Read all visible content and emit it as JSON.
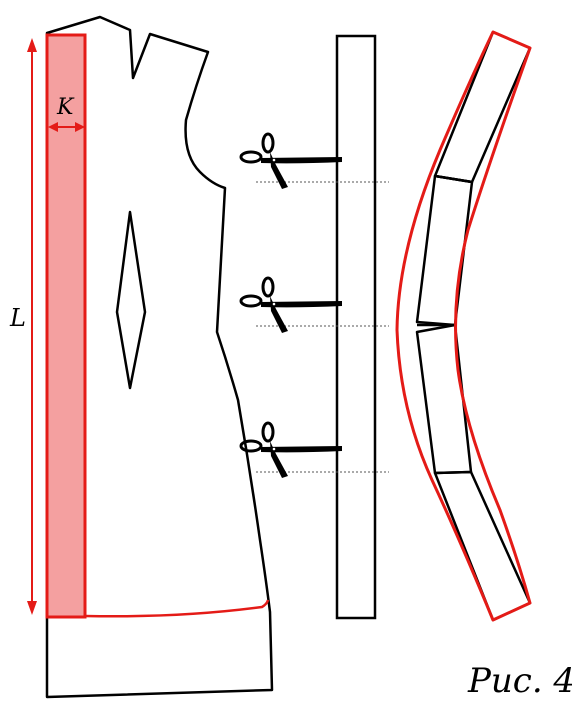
{
  "figure": {
    "caption": "Рис. 4",
    "label_length": "L",
    "label_width": "K"
  },
  "colors": {
    "outline": "#000000",
    "accent": "#e41b17",
    "accent_fill": "#f4a0a0",
    "cut_line": "#555555",
    "background": "#ffffff"
  },
  "icons": {
    "scissors": "scissors-icon"
  }
}
